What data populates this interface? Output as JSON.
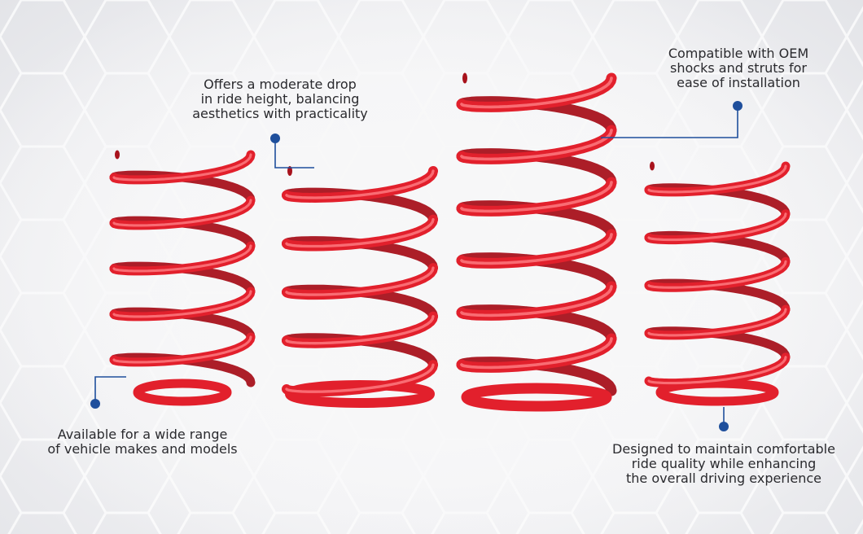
{
  "callouts": {
    "offers": [
      "Offers a moderate drop",
      "in ride height, balancing",
      "aesthetics with practicality"
    ],
    "compatible": [
      "Compatible with OEM",
      "shocks and struts for",
      "ease of installation"
    ],
    "available": [
      "Available for a wide range",
      "of vehicle makes and models"
    ],
    "designed": [
      "Designed to maintain comfortable",
      "ride quality while  enhancing",
      "the overall driving experience"
    ]
  },
  "colors": {
    "spring": "#e2202c",
    "spring_dark": "#a8121c",
    "spring_highlight": "#ff7f86",
    "callout_line": "#1f4f9c",
    "text": "#2a2a2e"
  }
}
